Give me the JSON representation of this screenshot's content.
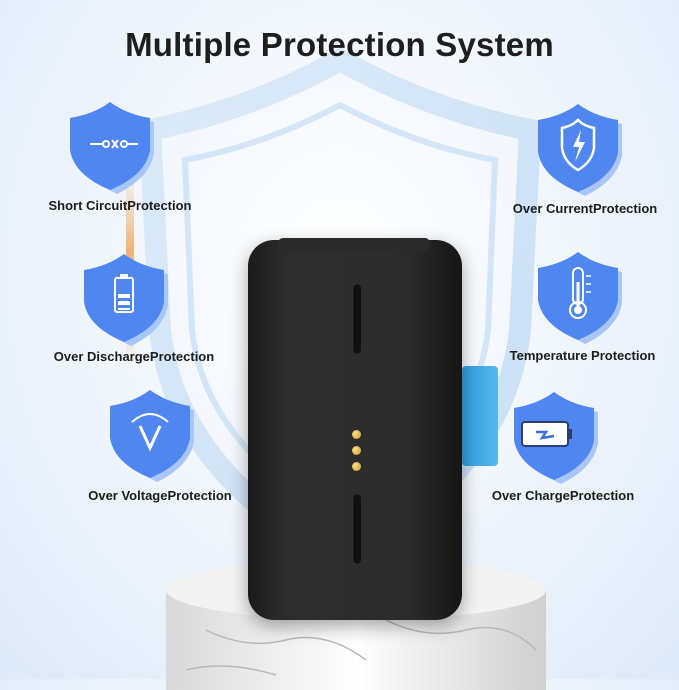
{
  "title": "Multiple Protection System",
  "features": [
    {
      "label": "Short CircuitProtection",
      "icon": "short-circuit-icon"
    },
    {
      "label": "Over DischargeProtection",
      "icon": "battery-icon"
    },
    {
      "label": "Over VoltageProtection",
      "icon": "voltage-gauge-icon"
    },
    {
      "label": "Over CurrentProtection",
      "icon": "lightning-shield-icon"
    },
    {
      "label": "Temperature Protection",
      "icon": "thermometer-icon"
    },
    {
      "label": "Over ChargeProtection",
      "icon": "charging-battery-icon"
    }
  ],
  "colors": {
    "badge_blue": "#4f86f0",
    "badge_light": "#a9c6fa",
    "device_black": "#2b2b2b",
    "accent_blue": "#3aa6e6"
  }
}
